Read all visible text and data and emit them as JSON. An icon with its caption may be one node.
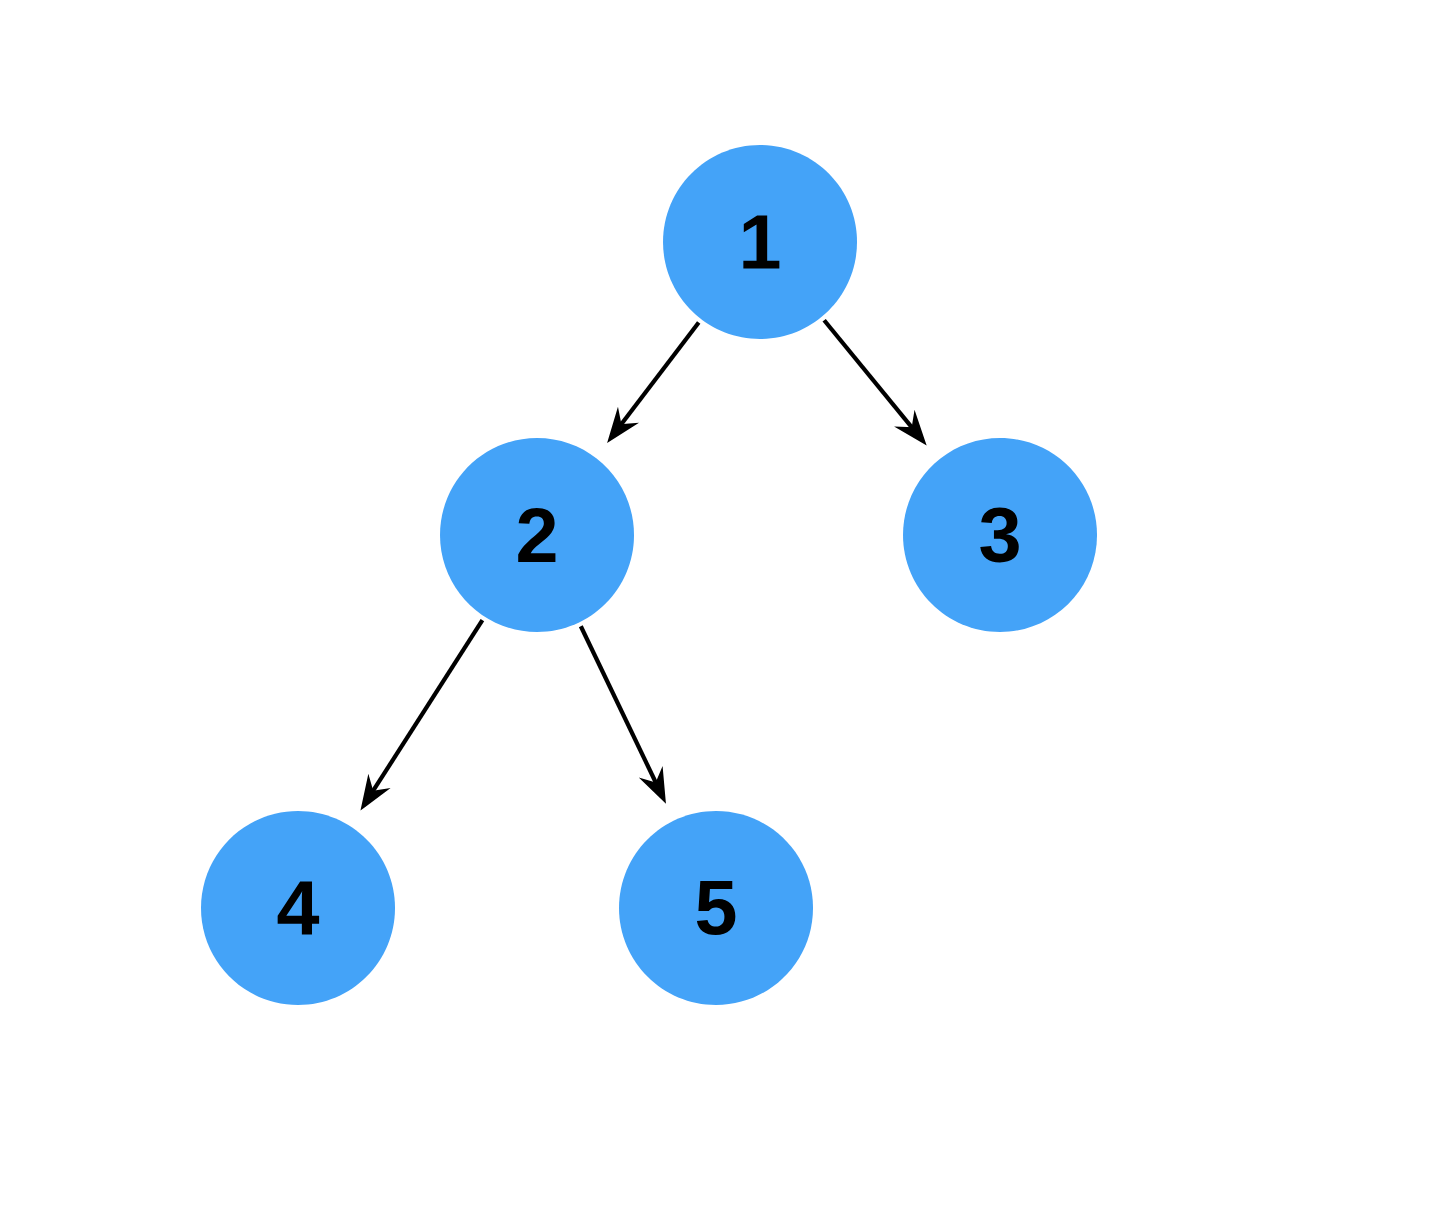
{
  "diagram": {
    "nodes": [
      {
        "text": [
          "1"
        ]
      },
      {
        "text": [
          "2"
        ]
      },
      {
        "text": [
          "3"
        ]
      },
      {
        "text": [
          "4"
        ]
      },
      {
        "text": [
          "5"
        ]
      }
    ],
    "edges": [
      {
        "from": 0,
        "to": 1,
        "arrow": "to"
      },
      {
        "from": 0,
        "to": 2,
        "arrow": "to"
      },
      {
        "from": 1,
        "to": 3,
        "arrow": "to"
      },
      {
        "from": 1,
        "to": 4,
        "arrow": "to"
      }
    ]
  }
}
